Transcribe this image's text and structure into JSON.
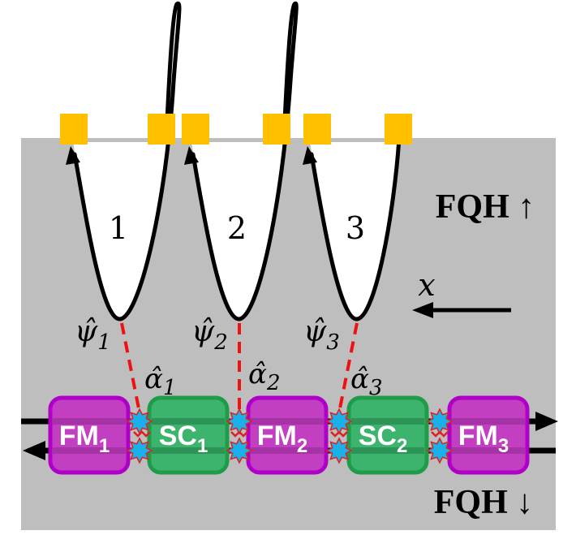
{
  "regions": {
    "top": {
      "label": "FQH ↑"
    },
    "bottom": {
      "label": "FQH ↓"
    }
  },
  "axis": {
    "label": "x"
  },
  "wires": [
    {
      "number": "1",
      "psi_base": "ψ̂",
      "psi_sub": "1"
    },
    {
      "number": "2",
      "psi_base": "ψ̂",
      "psi_sub": "2"
    },
    {
      "number": "3",
      "psi_base": "ψ̂",
      "psi_sub": "3"
    }
  ],
  "alphas": [
    {
      "base": "α̂",
      "sub": "1"
    },
    {
      "base": "α̂",
      "sub": "2"
    },
    {
      "base": "α̂",
      "sub": "3"
    }
  ],
  "blocks": [
    {
      "kind": "FM",
      "base": "FM",
      "sub": "1"
    },
    {
      "kind": "SC",
      "base": "SC",
      "sub": "1"
    },
    {
      "kind": "FM",
      "base": "FM",
      "sub": "2"
    },
    {
      "kind": "SC",
      "base": "SC",
      "sub": "2"
    },
    {
      "kind": "FM",
      "base": "FM",
      "sub": "3"
    }
  ],
  "colors": {
    "background_panel": "#bebebe",
    "fm_fill": "#c23fc2",
    "fm_stroke": "#b000c8",
    "sc_fill": "#3cb46e",
    "sc_stroke": "#1f9c4a",
    "contact_square": "#ffc000",
    "star_fill": "#1ab0ea",
    "star_stroke": "#e02020",
    "dashed_link": "#ee1111"
  }
}
